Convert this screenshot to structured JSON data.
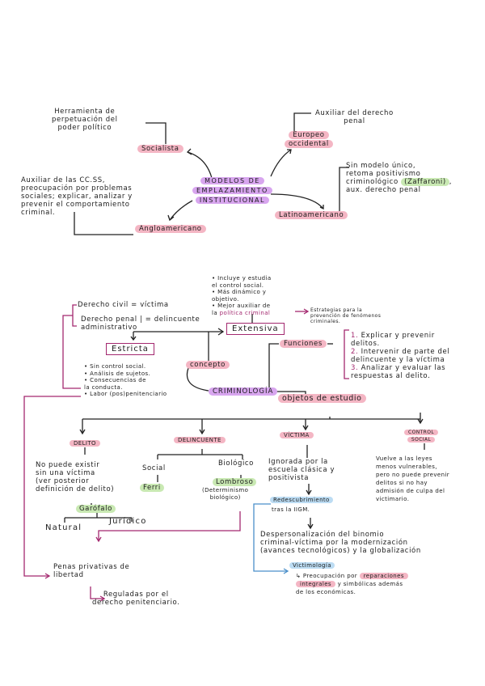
{
  "top_map": {
    "center": [
      "MODELOS DE",
      "EMPLAZAMIENTO",
      "INSTITUCIONAL"
    ],
    "socialista": {
      "label": "Socialista",
      "note": "Herramienta de\nperpetuación del\npoder político"
    },
    "europeo": {
      "label": [
        "Europeo",
        "occidental"
      ],
      "note": "Auxiliar del derecho\npenal"
    },
    "angloamericano": {
      "label": "Angloamericano",
      "note": "Auxiliar de las CC.SS,\npreocupación por problemas\nsociales; explicar, analizar y\nprevenir el comportamiento\ncriminal."
    },
    "latinoamericano": {
      "label": "Latinoamericano",
      "note_1": "Sin modelo único,\nretoma positivismo\ncriminológico ",
      "highlight": "(Zaffaroni)",
      "note_2": ",\naux. derecho penal"
    }
  },
  "criminologia": {
    "label": "CRIMINOLOGÍA",
    "concepto": "concepto",
    "extensiva": {
      "label": "Extensiva",
      "bullets": [
        "• Incluye y estudia\nel control social.",
        "• Más dinámico y\nobjetivo.",
        "• Mejor auxiliar de\nla "
      ],
      "highlight": "política criminal",
      "estrategias": "Estrategias para la\nprevención de fenómenos\ncriminales."
    },
    "estricta": {
      "label": "Estricta",
      "bullets": [
        "• Sin control social.",
        "• Análisis de sujetos.",
        "• Consecuencias de\nla conducta.",
        "• Labor (pos)penitenciario"
      ]
    },
    "derecho_civil": "Derecho civil = víctima",
    "derecho_penal": "Derecho penal | = delincuente\nadministrativo",
    "funciones": {
      "label": "Funciones",
      "items": [
        {
          "n": "1.",
          "t": "Explicar y prevenir\ndelitos."
        },
        {
          "n": "2.",
          "t": "Intervenir de parte del\ndelincuente y la víctima"
        },
        {
          "n": "3.",
          "t": "Analizar y evaluar las\nrespuestas al delito."
        }
      ]
    },
    "objetos": "objetos de estudio"
  },
  "objetos": {
    "delito": {
      "label": "DELITO",
      "note": "No puede existir\nsin una víctima\n(ver posterior\ndefinición de delito)",
      "garofalo": "Garófalo",
      "natural": "Natural",
      "juridico": "Jurídico"
    },
    "delincuente": {
      "label": "DELINCUENTE",
      "social": "Social",
      "ferri": "Ferri",
      "biologico": "Biológico",
      "lombroso": "Lombroso",
      "lombroso_note": "(Determinismo\nbiológico)"
    },
    "victima": {
      "label": "VÍCTIMA",
      "note": "Ignorada por la\nescuela clásica y\npositivista",
      "redescubrimiento": "Redescubrimiento",
      "tras": "tras la IIGM.",
      "despersonalizacion": "Despersonalización del binomio\ncriminal-víctima por la modernización\n(avances tecnológicos) y la globalización",
      "victimologia": "Victimología",
      "preocupacion_1": "↳ Preocupación por ",
      "reparaciones": "reparaciones",
      "integrales": "integrales",
      "preocupacion_2": " y simbólicas además\nde los económicas."
    },
    "control_social": {
      "label": [
        "CONTROL",
        "SOCIAL"
      ],
      "note": "Vuelve a las leyes\nmenos vulnerables,\npero no puede prevenir\ndelitos si no hay\nadmisión de culpa del\nvictimario."
    },
    "penas": "Penas privativas de\nlibertad",
    "reguladas": "Reguladas por el\nderecho penitenciario."
  },
  "colors": {
    "pink": "#f4b6c4",
    "purple": "#d8a6ef",
    "green": "#c9e9b3",
    "blue": "#bcdcf3",
    "magenta": "#a3286f"
  }
}
